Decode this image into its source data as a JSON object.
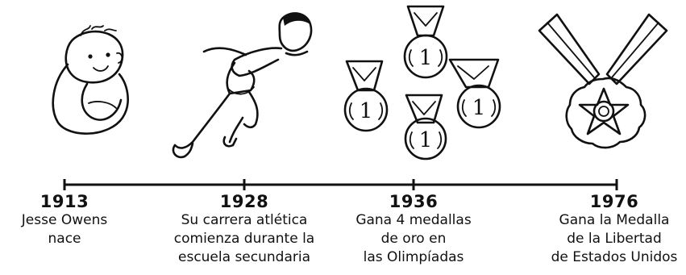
{
  "events": [
    {
      "year": "1913",
      "description": "Jesse Owens\nnace",
      "illustration": "baby-icon"
    },
    {
      "year": "1928",
      "description": "Su carrera atlética\ncomienza durante la\nescuela secundaria",
      "illustration": "sprinter-icon"
    },
    {
      "year": "1936",
      "description": "Gana 4 medallas\nde oro en\nlas Olimpíadas",
      "illustration": "gold-medals-icon"
    },
    {
      "year": "1976",
      "description": "Gana la Medalla\nde la Libertad\nde Estados Unidos",
      "illustration": "medal-of-freedom-icon"
    }
  ],
  "medal_label": "1",
  "colors": {
    "ink": "#111111",
    "background": "#ffffff"
  }
}
